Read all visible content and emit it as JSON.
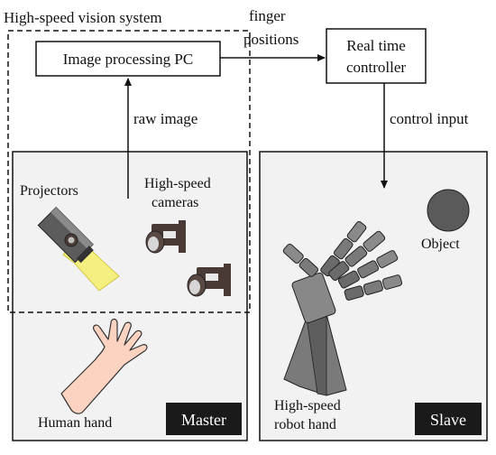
{
  "labels": {
    "vision_system": "High-speed vision system",
    "image_pc": "Image processing PC",
    "finger_line1": "finger",
    "finger_line2": "positions",
    "controller_line1": "Real time",
    "controller_line2": "controller",
    "raw_image": "raw image",
    "control_input": "control input",
    "projectors": "Projectors",
    "cameras_line1": "High-speed",
    "cameras_line2": "cameras",
    "object": "Object",
    "human_hand": "Human hand",
    "robot_line1": "High-speed",
    "robot_line2": "robot hand",
    "master": "Master",
    "slave": "Slave"
  },
  "colors": {
    "panel_fill": "#f2f2f2",
    "tag_fill": "#1a1a1a",
    "skin": "#fbd3c0",
    "projector_light": "#f6ef7a",
    "robot_gray": "#7a7a7a",
    "object_gray": "#5a5a5a",
    "camera_brown": "#4a3a36"
  }
}
